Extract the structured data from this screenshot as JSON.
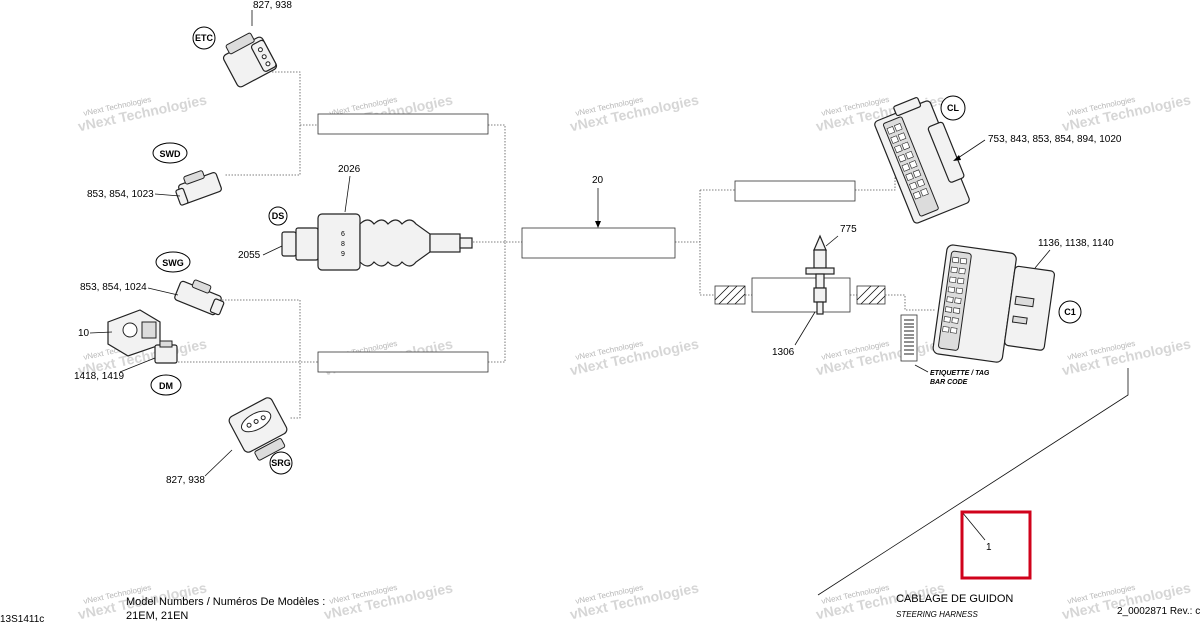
{
  "watermark": "vNext Technologies",
  "connectors": {
    "etc": "ETC",
    "swd": "SWD",
    "ds": "DS",
    "swg": "SWG",
    "dm": "DM",
    "srg": "SRG",
    "cl": "CL",
    "c1": "C1"
  },
  "labels": {
    "etc_parts": "827, 938",
    "swd_parts": "853, 854, 1023",
    "ds_top": "2026",
    "ds_left": "2055",
    "ds_digits": [
      "6",
      "8",
      "9"
    ],
    "swg_parts": "853, 854, 1024",
    "item_10": "10",
    "dm_parts": "1418, 1419",
    "srg_parts": "827, 938",
    "center": "20",
    "cl_parts": "753, 843, 853, 854, 894, 1020",
    "c1_parts": "1136, 1138, 1140",
    "tie": "775",
    "clip": "1306",
    "tag_line1": "ETIQUETTE / TAG",
    "tag_line2": "BAR CODE",
    "item_1": "1"
  },
  "footer": {
    "doc_code": "13S1411c",
    "models_label": "Model Numbers / Numéros De Modèles :",
    "models_value": "21EM, 21EN",
    "title_fr": "CABLAGE DE GUIDON",
    "title_en": "STEERING HARNESS",
    "rev": "2_0002871 Rev.: c"
  },
  "colors": {
    "highlight": "#d0021b"
  }
}
